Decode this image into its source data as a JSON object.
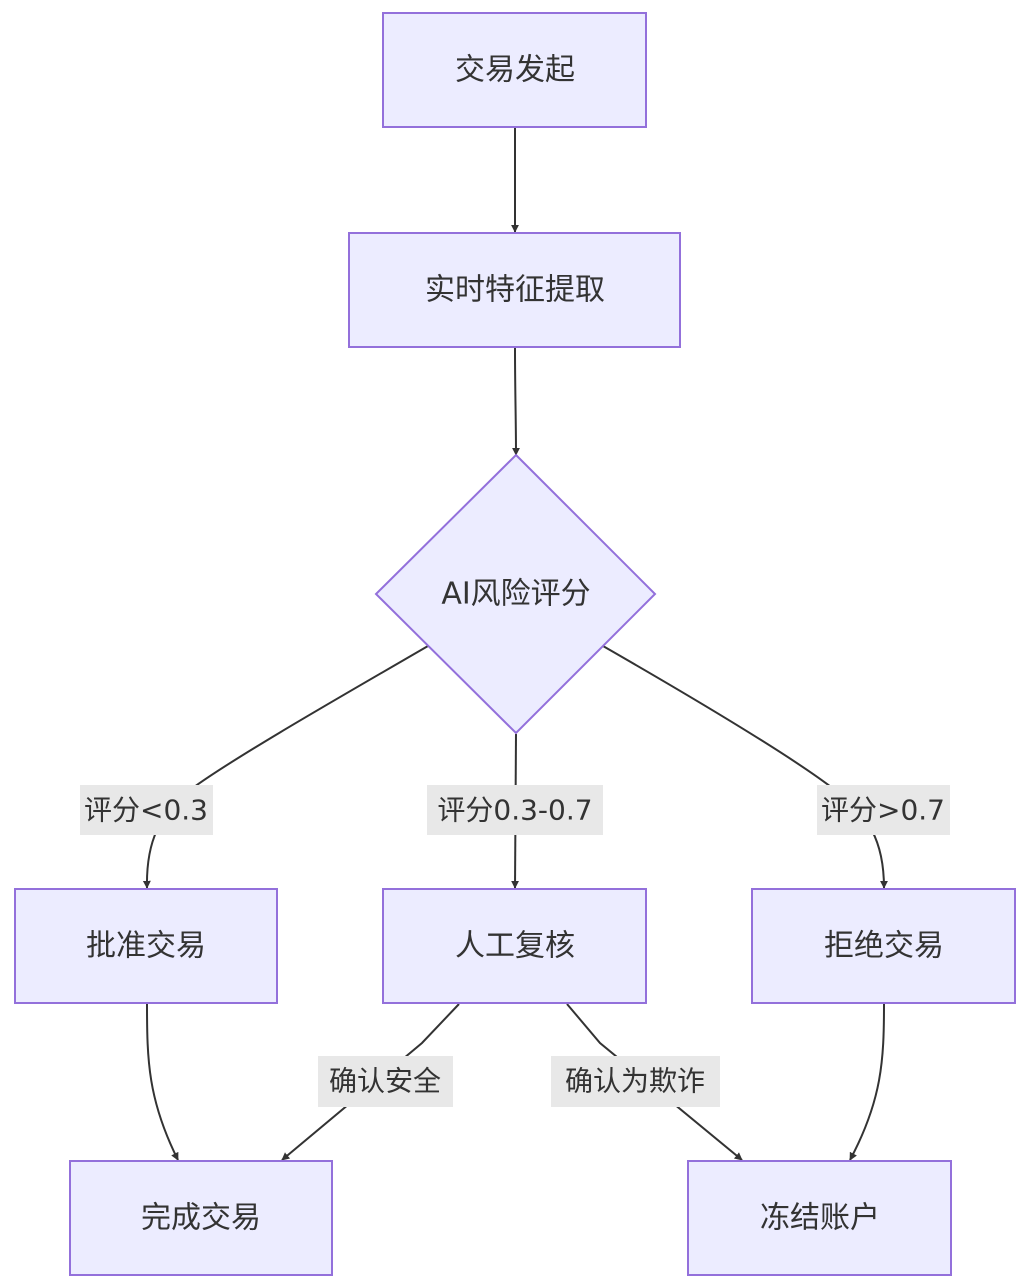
{
  "nodes": {
    "start": "交易发起",
    "feature": "实时特征提取",
    "score": "AI风险评分",
    "approve": "批准交易",
    "review": "人工复核",
    "reject": "拒绝交易",
    "complete": "完成交易",
    "freeze": "冻结账户"
  },
  "edges": {
    "low": "评分<0.3",
    "mid": "评分0.3-0.7",
    "high": "评分>0.7",
    "safe": "确认安全",
    "fraud": "确认为欺诈"
  },
  "colors": {
    "node_fill": "#ECECFF",
    "node_stroke": "#9370DB",
    "edge": "#333333",
    "label_bg": "#E8E8E8"
  }
}
